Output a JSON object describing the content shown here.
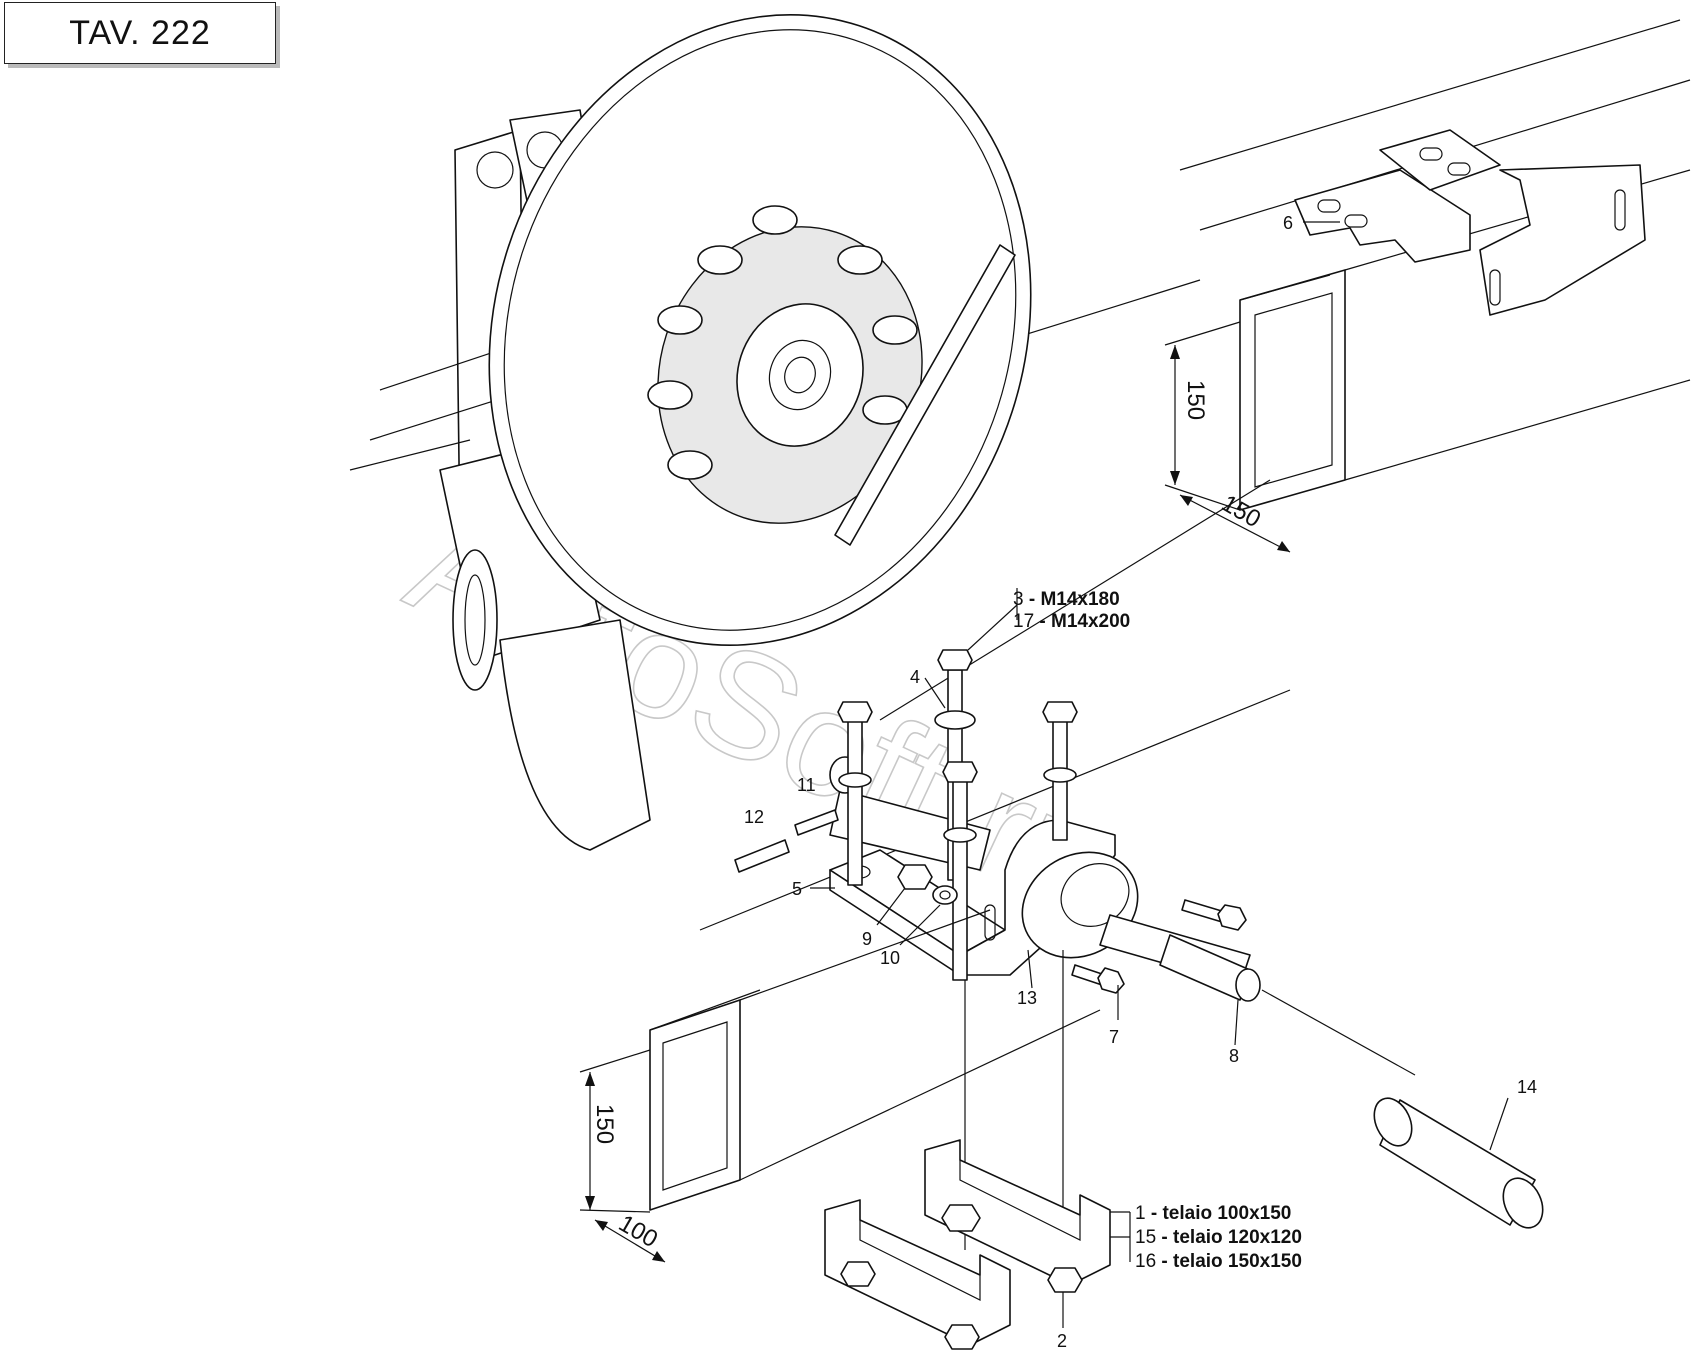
{
  "title": "TAV.  222",
  "watermark": "AutoSoft.ru",
  "bolt_callouts": [
    {
      "number": "3",
      "text": " - M14x180"
    },
    {
      "number": "17",
      "text": " - M14x200"
    }
  ],
  "frame_callouts": [
    {
      "number": "1",
      "text": "  - telaio 100x150"
    },
    {
      "number": "15",
      "text": " - telaio 120x120"
    },
    {
      "number": "16",
      "text": " - telaio 150x150"
    }
  ],
  "part_labels": {
    "p2": "2",
    "p4": "4",
    "p5": "5",
    "p6": "6",
    "p7": "7",
    "p8": "8",
    "p9": "9",
    "p10": "10",
    "p11": "11",
    "p12": "12",
    "p13": "13",
    "p14": "14"
  },
  "dimensions": {
    "upper_height": "150",
    "upper_width": "150",
    "lower_height": "150",
    "lower_width": "100"
  }
}
